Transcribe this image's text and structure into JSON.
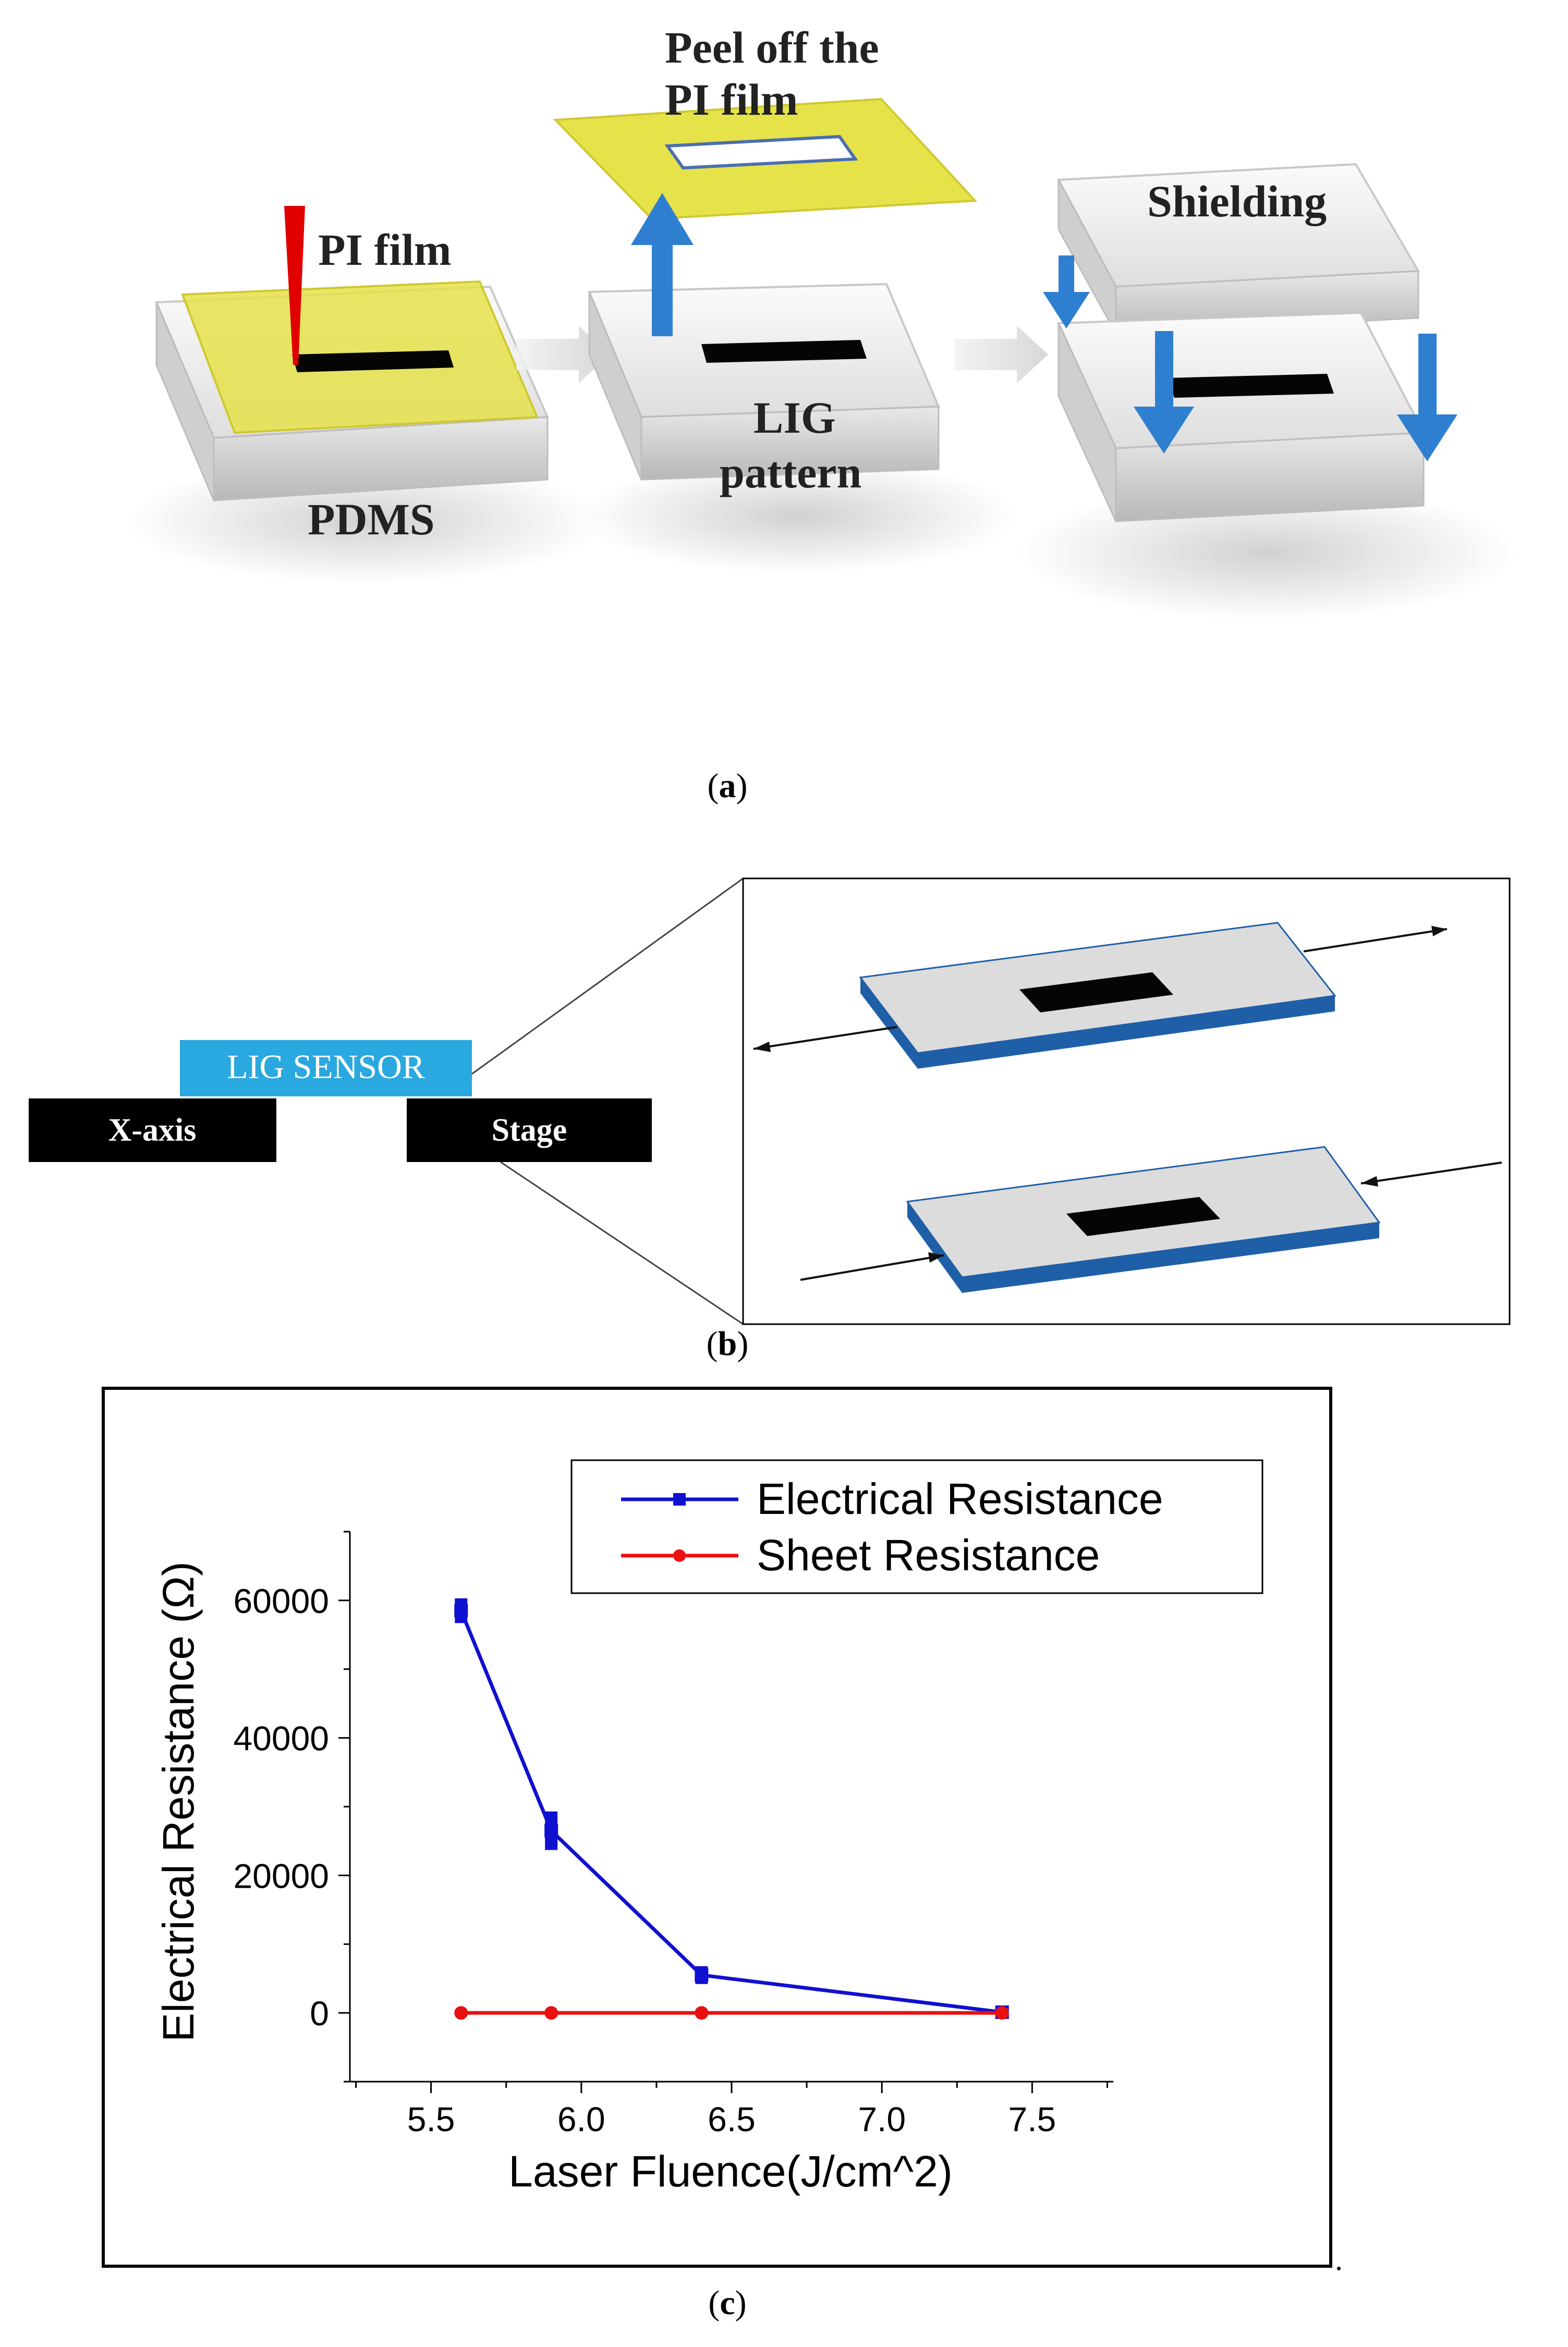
{
  "panel_a": {
    "labels": {
      "pi_film": "PI film",
      "pdms": "PDMS",
      "peel_off": "Peel off the",
      "peel_off_2": "PI film",
      "lig_pattern": "LIG",
      "lig_pattern_2": "pattern",
      "shielding": "Shielding"
    },
    "caption": "a",
    "colors": {
      "pi_film": "#e6e24a",
      "arrow_blue": "#2f7fd0",
      "laser": "#e00000",
      "lig": "#000000"
    }
  },
  "panel_b": {
    "sensor_label": "LIG SENSOR",
    "left_block": "X-axis",
    "right_block": "Stage",
    "caption": "b",
    "colors": {
      "sensor": "#2aa8e0",
      "block": "#000000",
      "plate_edge": "#1f5fa8",
      "plate_top": "#dcdcdc"
    }
  },
  "panel_c": {
    "caption": "c",
    "period": "."
  },
  "chart_data": {
    "type": "line",
    "xlabel": "Laser Fluence(J/cm^2)",
    "ylabel": "Electrical Resistance (Ω)",
    "xlim": [
      5.23,
      7.77
    ],
    "ylim": [
      -10000,
      70000
    ],
    "xticks": [
      "5.5",
      "6.0",
      "6.5",
      "7.0",
      "7.5"
    ],
    "xtick_values": [
      5.5,
      6.0,
      6.5,
      7.0,
      7.5
    ],
    "yticks": [
      "0",
      "20000",
      "40000",
      "60000"
    ],
    "ytick_values": [
      0,
      20000,
      40000,
      60000
    ],
    "legend_position": "top-right",
    "series": [
      {
        "name": "Electrical Resistance",
        "color": "#1010d0",
        "marker": "square",
        "x": [
          5.6,
          5.9,
          6.4,
          7.4
        ],
        "y": [
          58500,
          26500,
          5500,
          100
        ],
        "err": [
          1800,
          2800,
          1300,
          200
        ]
      },
      {
        "name": "Sheet Resistance",
        "color": "#e81010",
        "marker": "circle",
        "x": [
          5.6,
          5.9,
          6.4,
          7.4
        ],
        "y": [
          0,
          0,
          0,
          0
        ],
        "err": [
          0,
          0,
          0,
          0
        ]
      }
    ]
  }
}
